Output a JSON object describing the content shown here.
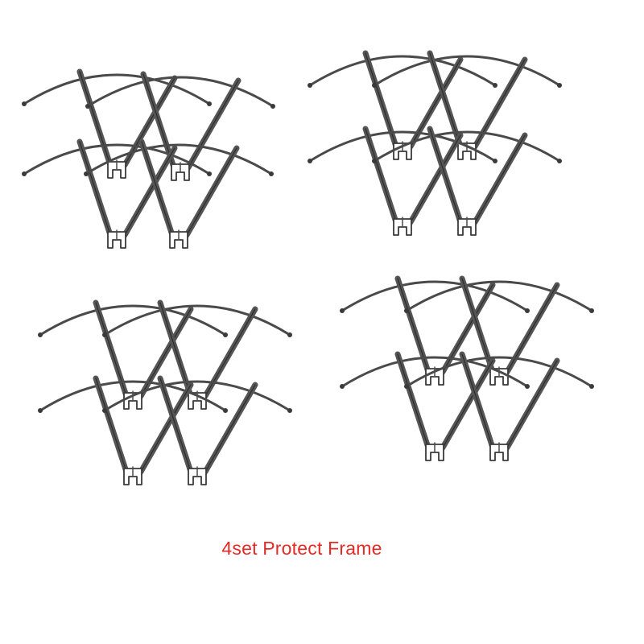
{
  "caption": {
    "text": "4set Protect Frame",
    "color": "#e52a25"
  },
  "product": {
    "set_count": 4,
    "frames_per_set": 4,
    "frame_color": "#4a4a4a"
  }
}
